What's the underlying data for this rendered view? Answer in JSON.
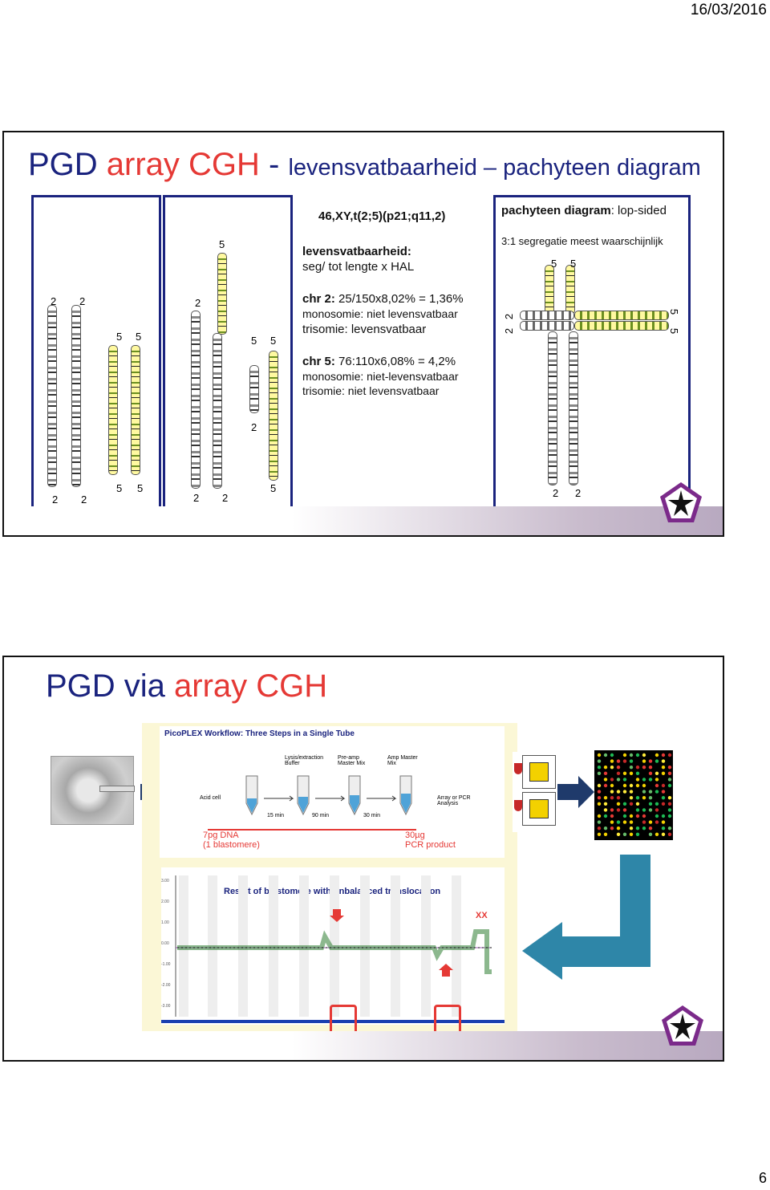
{
  "header": {
    "date": "16/03/2016"
  },
  "page_number": "6",
  "slide1": {
    "title_main": "PGD ",
    "title_red": "array CGH",
    "title_dash": " - ",
    "title_sub": "levensvatbaarheid – pachyteen diagram",
    "karyotype": "46,XY,t(2;5)(p21;q11,2)",
    "viability_label": "levensvatbaarheid:",
    "viability_formula": "seg/ tot lengte x HAL",
    "chr2_label": "chr 2:",
    "chr2_calc": "25/150x8,02% = 1,36%",
    "chr2_mono": "monosomie: niet levensvatbaar",
    "chr2_tri": "trisomie: levensvatbaar",
    "chr5_label": "chr 5:",
    "chr5_calc": "76:110x6,08% = 4,2%",
    "chr5_mono": "monosomie: niet-levensvatbaar",
    "chr5_tri": "trisomie: niet levensvatbaar",
    "pachy_label": "pachyteen diagram",
    "pachy_value": ": lop-sided",
    "segregation": "3:1 segregatie meest waarschijnlijk",
    "chrom_labels": {
      "two": "2",
      "five": "5"
    }
  },
  "slide2": {
    "title_main": "PGD via ",
    "title_red": "array CGH",
    "workflow_title": "PicoPLEX Workflow: Three Steps in a Single Tube",
    "steps": [
      "Lysis/extraction Buffer",
      "Pre-amp Master Mix",
      "Amp Master Mix"
    ],
    "acid_cell": "Acid cell",
    "times": [
      "15 min",
      "90 min",
      "30 min"
    ],
    "array_label": "Array or PCR Analysis",
    "dna_in": "7pg DNA",
    "dna_in_sub": "(1 blastomere)",
    "dna_out": "30µg",
    "dna_out_sub": "PCR product",
    "result_title": "Result of blastomere with unbalanced translocation",
    "xx_label": "XX",
    "y_ticks": [
      "3.00",
      "2.00",
      "1.00",
      "0.00",
      "-1.00",
      "-2.00",
      "-3.00"
    ]
  },
  "colors": {
    "title_blue": "#1a237e",
    "accent_red": "#e53935",
    "teal_arrow": "#2e86a8",
    "navy_arrow": "#1f3a6b"
  }
}
